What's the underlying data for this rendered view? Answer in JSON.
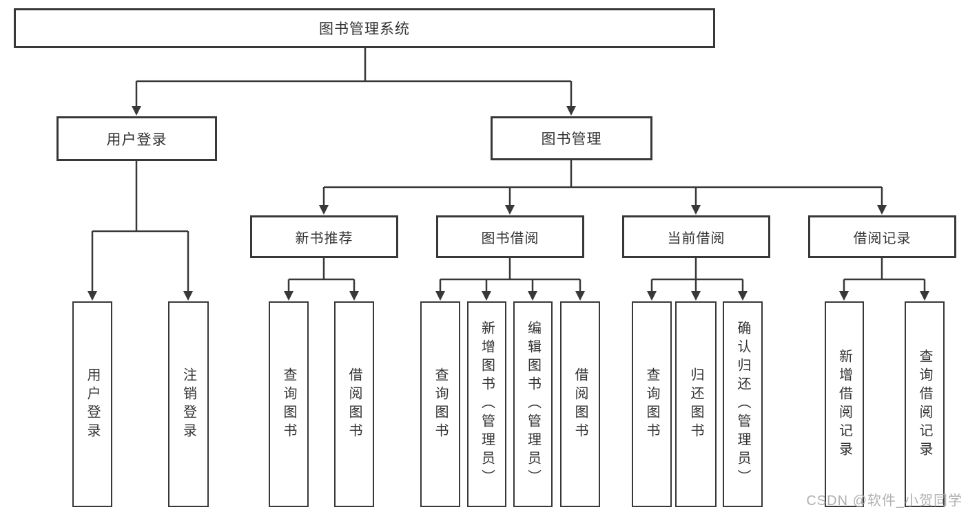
{
  "diagram_title": "图书管理系统",
  "tree": {
    "root": {
      "label": "图书管理系统"
    },
    "branches": [
      {
        "label": "用户登录",
        "children": [
          {
            "label": "用户登录"
          },
          {
            "label": "注销登录"
          }
        ]
      },
      {
        "label": "图书管理",
        "children": [
          {
            "label": "新书推荐",
            "children": [
              {
                "label": "查询图书"
              },
              {
                "label": "借阅图书"
              }
            ]
          },
          {
            "label": "图书借阅",
            "children": [
              {
                "label": "查询图书"
              },
              {
                "label": "新增图书（管理员）"
              },
              {
                "label": "编辑图书（管理员）"
              },
              {
                "label": "借阅图书"
              }
            ]
          },
          {
            "label": "当前借阅",
            "children": [
              {
                "label": "查询图书"
              },
              {
                "label": "归还图书"
              },
              {
                "label": "确认归还（管理员）"
              }
            ]
          },
          {
            "label": "借阅记录",
            "children": [
              {
                "label": "新增借阅记录"
              },
              {
                "label": "查询借阅记录"
              }
            ]
          }
        ]
      }
    ]
  },
  "watermark": {
    "text": "CSDN @软件_小贺同学"
  },
  "colors": {
    "line": "#383838",
    "text": "#333333",
    "watermark": "#b0b0b0",
    "background": "#ffffff"
  }
}
